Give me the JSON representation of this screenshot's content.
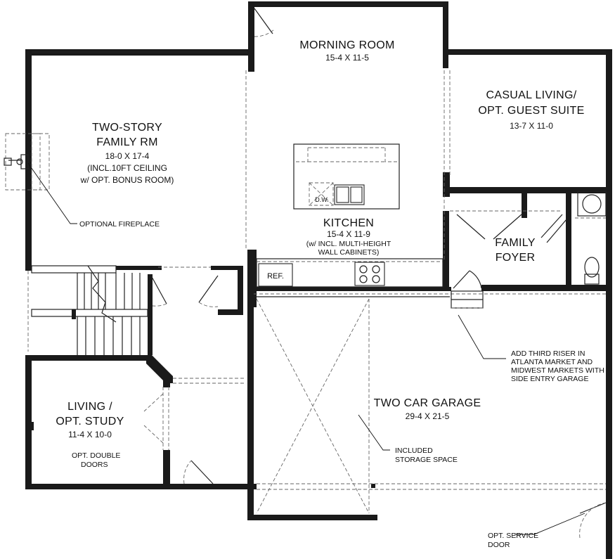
{
  "rooms": {
    "morning": {
      "name": "MORNING ROOM",
      "dims": "15-4 X 11-5"
    },
    "family": {
      "name1": "TWO-STORY",
      "name2": "FAMILY RM",
      "dims": "18-0 X 17-4",
      "note1": "(INCL.10FT CEILING",
      "note2": "w/ OPT. BONUS ROOM)"
    },
    "casual": {
      "name1": "CASUAL LIVING/",
      "name2": "OPT. GUEST SUITE",
      "dims": "13-7 X 11-0"
    },
    "kitchen": {
      "name": "KITCHEN",
      "dims": "15-4 X 11-9",
      "note1": "(w/ INCL. MULTI-HEIGHT",
      "note2": "WALL CABINETS)"
    },
    "foyer": {
      "name1": "FAMILY",
      "name2": "FOYER"
    },
    "living": {
      "name1": "LIVING /",
      "name2": "OPT. STUDY",
      "dims": "11-4 X 10-0"
    },
    "garage": {
      "name": "TWO CAR GARAGE",
      "dims": "29-4 X 21-5"
    }
  },
  "fixtures": {
    "refrigerator": "REF.",
    "dishwasher": "D.W."
  },
  "notes": {
    "fireplace": "OPTIONAL FIREPLACE",
    "riser": [
      "ADD THIRD RISER IN",
      "ATLANTA MARKET AND",
      "MIDWEST MARKETS WITH",
      "SIDE ENTRY GARAGE"
    ],
    "storage": [
      "INCLUDED",
      "STORAGE SPACE"
    ],
    "double_doors": [
      "OPT. DOUBLE",
      "DOORS"
    ],
    "service_door": [
      "OPT. SERVICE",
      "DOOR"
    ]
  }
}
